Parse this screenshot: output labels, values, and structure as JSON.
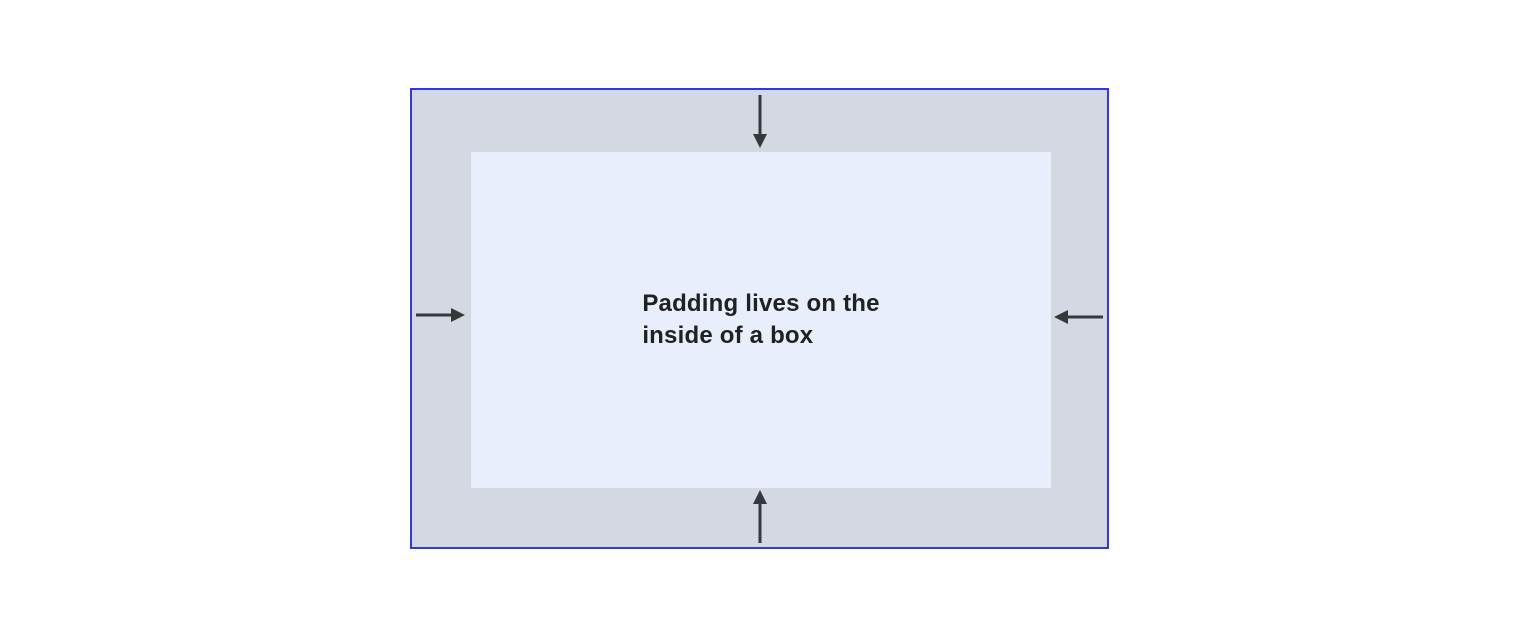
{
  "diagram": {
    "caption": {
      "line1": "Padding lives on the",
      "line2": "inside of a box"
    },
    "boxes": {
      "outer": "padding-area",
      "inner": "content-area"
    },
    "arrows": [
      {
        "side": "top",
        "direction": "down-inward"
      },
      {
        "side": "right",
        "direction": "left-inward"
      },
      {
        "side": "bottom",
        "direction": "up-inward"
      },
      {
        "side": "left",
        "direction": "right-inward"
      }
    ],
    "colors": {
      "background": "#ffffff",
      "border": "#2e38e6",
      "padding_area": "#d3d8e2",
      "content_area": "#e8eefc",
      "arrow": "#36383d",
      "text": "#202124"
    }
  }
}
